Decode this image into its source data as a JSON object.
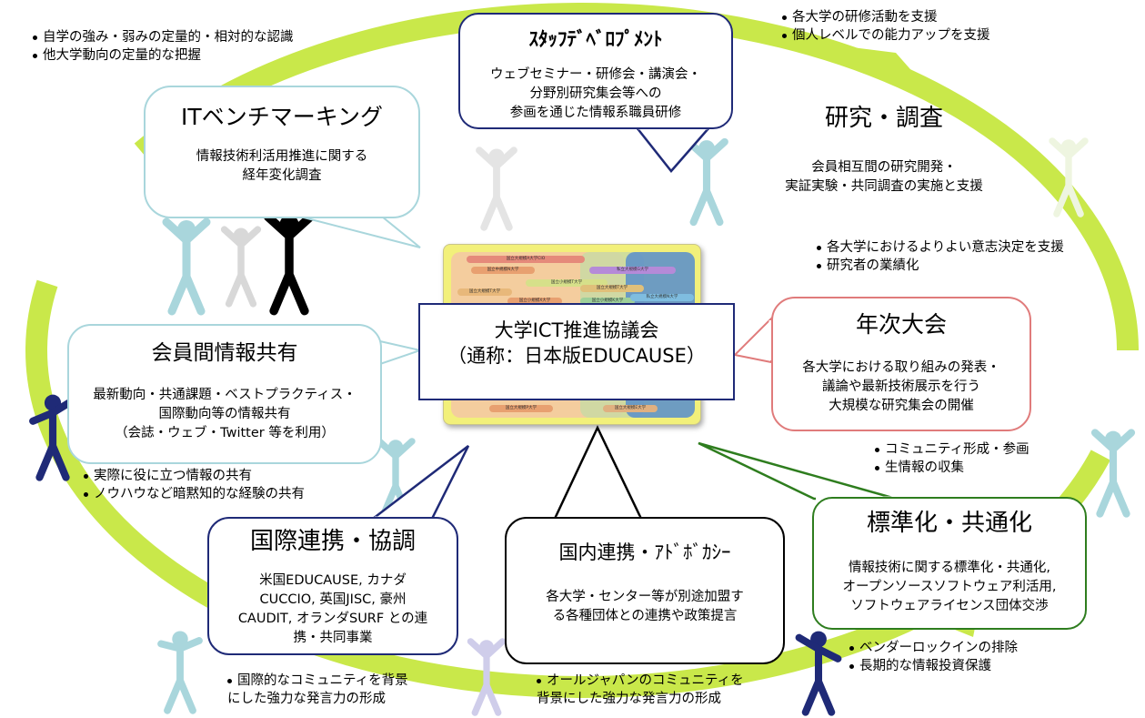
{
  "center": {
    "title": "大学ICT推進協議会",
    "subtitle": "（通称：日本版EDUCAUSE）"
  },
  "center_image_labels": [
    "国立大規模A大学CIO",
    "国立中規模N大学",
    "私立大規模G大学",
    "国立小規模T大学",
    "国立大規模T大学",
    "国立大規模T大学",
    "国立小規模X大学",
    "国立小規模K大学",
    "私立大規模N大学",
    "国立大規模P大学",
    "国立大規模E大学"
  ],
  "nodes": {
    "it_benchmarking": {
      "title": "ITベンチマーキング",
      "desc": [
        "情報技術利活用推進に関する",
        "経年変化調査"
      ]
    },
    "staff_development": {
      "title": "ｽﾀｯﾌﾃﾞﾍﾞﾛﾌﾟﾒﾝﾄ",
      "desc": [
        "ウェブセミナー・研修会・講演会・",
        "分野別研究集会等への",
        "参画を通じた情報系職員研修"
      ]
    },
    "research": {
      "title": "研究・調査",
      "desc": [
        "会員相互間の研究開発・",
        "実証実験・共同調査の実施と支援"
      ]
    },
    "annual_conference": {
      "title": "年次大会",
      "desc": [
        "各大学における取り組みの発表・",
        "議論や最新技術展示を行う",
        "大規模な研究集会の開催"
      ]
    },
    "standardization": {
      "title": "標準化・共通化",
      "desc": [
        "情報技術に関する標準化・共通化,",
        "オープンソースソフトウェア利活用,",
        "ソフトウェアライセンス団体交渉"
      ]
    },
    "domestic": {
      "title": "国内連携・ｱﾄﾞﾎﾞｶｼｰ",
      "desc": [
        "各大学・センター等が別途加盟す",
        "る各種団体との連携や政策提言"
      ]
    },
    "international": {
      "title": "国際連携・協調",
      "desc": [
        "米国EDUCAUSE, カナダ",
        "CUCCIO, 英国JISC, 豪州",
        "CAUDIT, オランダSURF との連",
        "携・共同事業"
      ]
    },
    "info_sharing": {
      "title": "会員間情報共有",
      "desc": [
        "最新動向・共通課題・ベストプラクティス・",
        "国際動向等の情報共有",
        "（会誌・ウェブ・Twitter 等を利用）"
      ]
    }
  },
  "notes": {
    "top_left": [
      "自学の強み・弱みの定量的・相対的な認識",
      "他大学動向の定量的な把握"
    ],
    "top_right": [
      "各大学の研修活動を支援",
      "個人レベルでの能力アップを支援"
    ],
    "right_mid": [
      "各大学におけるよりよい意志決定を支援",
      "研究者の業績化"
    ],
    "right_lower": [
      "コミュニティ形成・参画",
      "生情報の収集"
    ],
    "left_mid": [
      "実際に役に立つ情報の共有",
      "ノウハウなど暗黙知的な経験の共有"
    ],
    "bottom_right": [
      "ベンダーロックインの排除",
      "長期的な情報投資保護"
    ]
  },
  "bottom_notes": {
    "left": [
      "国際的なコミュニティを背景",
      "にした強力な発言力の形成"
    ],
    "center": [
      "オールジャパンのコミュニティを",
      "背景にした強力な発言力の形成"
    ]
  },
  "colors": {
    "ring": "#c9e84a",
    "light_blue": "#a9d6dc",
    "navy": "#1f2a77",
    "red": "#e07b7b",
    "green": "#2e7d1e",
    "black": "#000000"
  }
}
